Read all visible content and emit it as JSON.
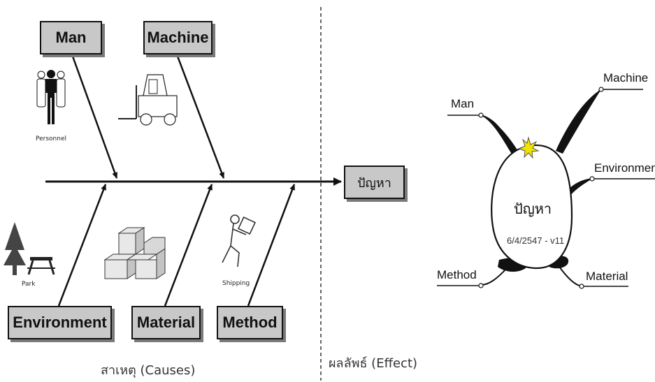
{
  "fishbone": {
    "causes_top": [
      {
        "id": "man",
        "label": "Man",
        "icon": "personnel-icon",
        "icon_caption": "Personnel"
      },
      {
        "id": "machine",
        "label": "Machine",
        "icon": "forklift-icon",
        "icon_caption": ""
      }
    ],
    "causes_bottom": [
      {
        "id": "environment",
        "label": "Environment",
        "icon": "park-icon",
        "icon_caption": "Park"
      },
      {
        "id": "material",
        "label": "Material",
        "icon": "boxes-icon",
        "icon_caption": ""
      },
      {
        "id": "method",
        "label": "Method",
        "icon": "shipping-icon",
        "icon_caption": "Shipping"
      }
    ],
    "effect_label": "ปัญหา",
    "causes_axis_label": "สาเหตุ (Causes)",
    "effect_axis_label": "ผลลัพธ์ (Effect)"
  },
  "mindmap": {
    "center_label": "ปัญหา",
    "center_sublabel": "6/4/2547 - v11",
    "branches": {
      "man": "Man",
      "machine": "Machine",
      "environment": "Environmen",
      "method": "Method",
      "material": "Material"
    }
  },
  "colors": {
    "line": "#111111",
    "box_fill": "#c8c8c8",
    "box_shadow": "#7a7a7a",
    "divider": "#666666",
    "sparkle": "#f2e200"
  }
}
